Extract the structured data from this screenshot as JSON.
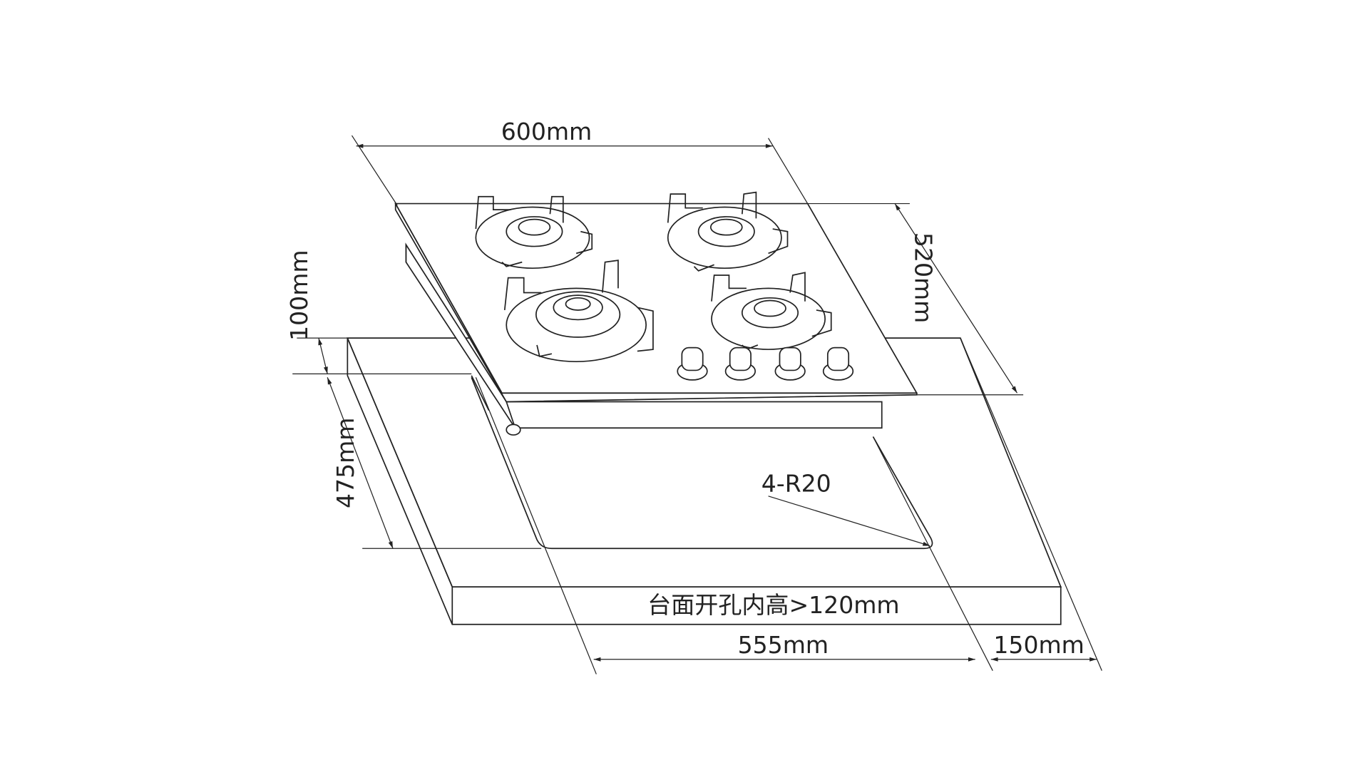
{
  "diagram": {
    "dimensions": {
      "width_top": "600mm",
      "depth_top": "520mm",
      "height_above": "100mm",
      "cutout_depth": "475mm",
      "cutout_width": "555mm",
      "min_edge": "150mm",
      "corner_radius": "4-R20"
    },
    "counter_label": "台面开孔内高>120mm",
    "burner_count": 4,
    "knob_count": 4
  }
}
